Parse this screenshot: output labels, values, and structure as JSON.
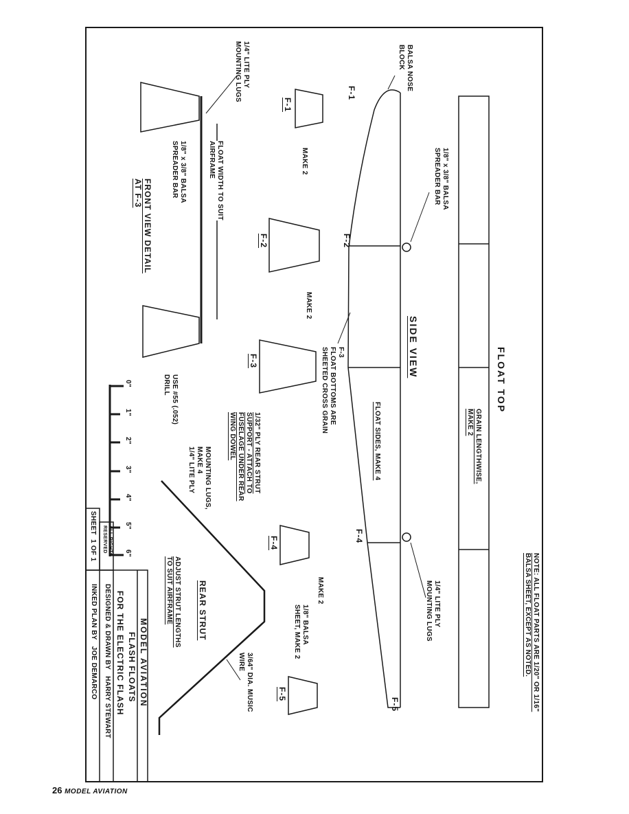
{
  "footer": {
    "page_number": "26",
    "magazine": "MODEL AVIATION"
  },
  "float_top": {
    "title": "FLOAT TOP",
    "grain": "GRAIN LENGTHWISE,\nMAKE 2"
  },
  "note": "NOTE: ALL FLOAT PARTS ARE 1/20\" OR 1/16\"\nBALSA SHEET, EXCEPT AS NOTED.",
  "side_view": {
    "title": "SIDE VIEW",
    "sides": "FLOAT SIDES, MAKE 4",
    "nose_block": "BALSA NOSE\nBLOCK",
    "spreader": "1/8\" x 3/8\" BALSA\nSPREADER BAR",
    "bottoms": "F-3\nFLOAT BOTTOMS ARE\nSHEETED CROSS GRAIN",
    "lugs": "1/4\" LITE PLY\nMOUNTING LUGS",
    "stations": [
      "F-1",
      "F-2",
      "F-4",
      "F-5"
    ]
  },
  "formers": {
    "labels": [
      "F-1",
      "F-2",
      "F-3",
      "F-4",
      "F-5"
    ],
    "make_f1": "MAKE 2",
    "make_f3": "MAKE 2",
    "make_f4": "MAKE 2",
    "f5_note": "1/8\" BALSA\nSHEET, MAKE 2"
  },
  "front_view": {
    "title": "FRONT VIEW DETAIL\nAT F-3",
    "lugs": "1/4\" LITE PLY\nMOUNTING LUGS",
    "width": "FLOAT WIDTH TO SUIT\nAIRFRAME",
    "spreader": "1/8\" x 3/8\" BALSA\nSPREADER BAR"
  },
  "rear_strut": {
    "support": "1/32\" PLY REAR STRUT\nSUPPORT - ATTACH TO\nFUSELAGE UNDER REAR\nWING DOWEL",
    "lugs": "MOUNTING LUGS,\nMAKE 4\n1/4\" LITE PLY",
    "drill": "USE #55 (.052)\nDRILL",
    "title": "REAR STRUT",
    "adjust": "ADJUST STRUT LENGTHS\nTO SUIT AIRFRAME",
    "wire": "3/64\" DIA. MUSIC\nWIRE"
  },
  "ruler": {
    "ticks": [
      "0\"",
      "1\"",
      "2\"",
      "3\"",
      "4\"",
      "5\"",
      "6\""
    ]
  },
  "title_block": {
    "publisher": "MODEL AVIATION",
    "title": "FLASH FLOATS",
    "subtitle": "FOR THE ELECTRIC FLASH",
    "designer": "DESIGNED & DRAWN BY   HARRY STEWART",
    "inker": "INKED PLAN BY   JOE DEMARCO",
    "sheet": "SHEET  1 OF 1",
    "rights": "ALL RIGHTS\nRESERVED"
  }
}
